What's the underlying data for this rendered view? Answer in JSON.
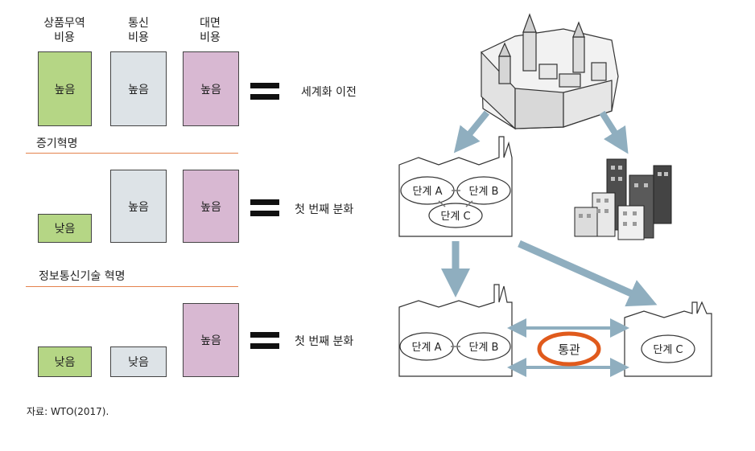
{
  "headers": {
    "goods": "상품무역\n비용",
    "comm": "통신\n비용",
    "face": "대면\n비용"
  },
  "levels": {
    "high": "높음",
    "low": "낮음"
  },
  "sections": {
    "steam": "증기혁명",
    "ict": "정보통신기술 혁명"
  },
  "rows": {
    "r1": "세계화 이전",
    "r2": "첫 번째 분화",
    "r3": "첫 번째 분화"
  },
  "stages": {
    "a": "단계 A",
    "b": "단계 B",
    "c": "단계 C"
  },
  "customs": "통관",
  "source": "자료: WTO(2017).",
  "colors": {
    "goods": "#b5d685",
    "comm": "#dde3e7",
    "face": "#d8b8d2",
    "rule": "#e4824d",
    "arrow": "#8faebf",
    "customs_ring": "#e05a1c"
  }
}
